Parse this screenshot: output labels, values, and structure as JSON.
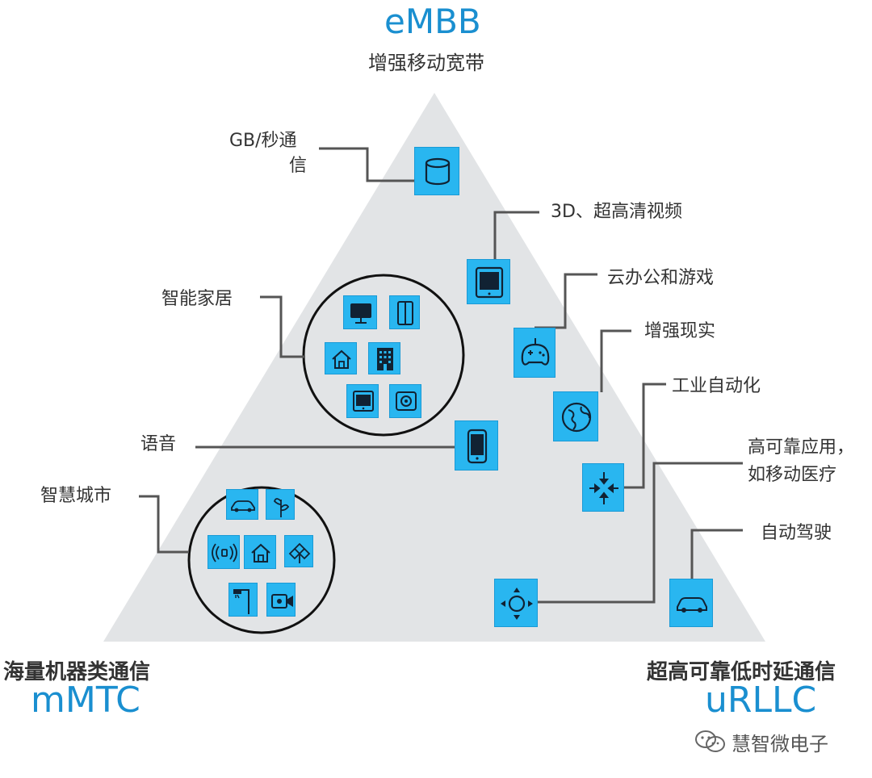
{
  "vertices": {
    "top": {
      "acronym": "eMBB",
      "name": "增强移动宽带"
    },
    "left": {
      "name": "海量机器类通信",
      "acronym": "mMTC"
    },
    "right": {
      "name": "超高可靠低时延通信",
      "acronym": "uRLLC"
    }
  },
  "labels": {
    "gb": "GB/秒通",
    "gb_2": "信",
    "video": "3D、超高清视频",
    "cloud": "云办公和游戏",
    "ar": "增强现实",
    "industry": "工业自动化",
    "medical_1": "高可靠应用，",
    "medical_2": "如移动医疗",
    "autodrive": "自动驾驶",
    "smarthome": "智能家居",
    "voice": "语音",
    "smartcity": "智慧城市"
  },
  "icons": {
    "gb": "database-icon",
    "video": "tablet-icon",
    "cloud": "gamepad-icon",
    "ar": "globe-icon",
    "industry": "arrows-icon",
    "voice": "phone-icon",
    "medical": "compass-icon",
    "autodrive": "car-icon",
    "home": [
      "monitor-icon",
      "fridge-icon",
      "house-icon",
      "building-icon",
      "screen-icon",
      "washer-icon"
    ],
    "city": [
      "car-icon",
      "plant-icon",
      "wireless-icon",
      "house-icon",
      "drone-icon",
      "streetlight-icon",
      "camera-icon"
    ]
  },
  "colors": {
    "accent": "#1a8fd0",
    "icon_fill": "#29b6f0",
    "triangle": "#e2e4e6",
    "connector": "#555555"
  },
  "watermark": "慧智微电子"
}
